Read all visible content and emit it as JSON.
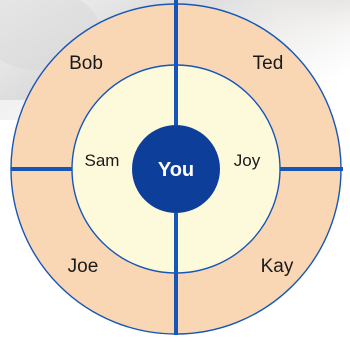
{
  "diagram": {
    "center": {
      "label": "You"
    },
    "inner_ring": [
      {
        "label": "Sam"
      },
      {
        "label": "Joy"
      }
    ],
    "outer_ring": [
      {
        "label": "Bob"
      },
      {
        "label": "Ted"
      },
      {
        "label": "Joe"
      },
      {
        "label": "Kay"
      }
    ],
    "colors": {
      "outer_fill": "#f9d7b4",
      "inner_fill": "#fdfadc",
      "center_fill": "#0d3f9a",
      "divider": "#1656b8",
      "background_photo": "#e9e7e4"
    }
  }
}
